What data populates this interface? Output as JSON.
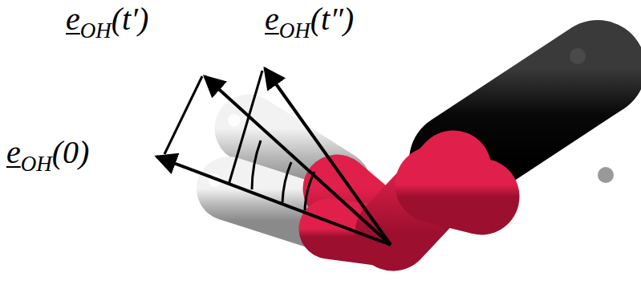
{
  "diagram": {
    "labels": [
      "e",
      "OH",
      "(t′)",
      "e",
      "OH",
      "(t″)",
      "e",
      "OH",
      "(0)"
    ]
  }
}
